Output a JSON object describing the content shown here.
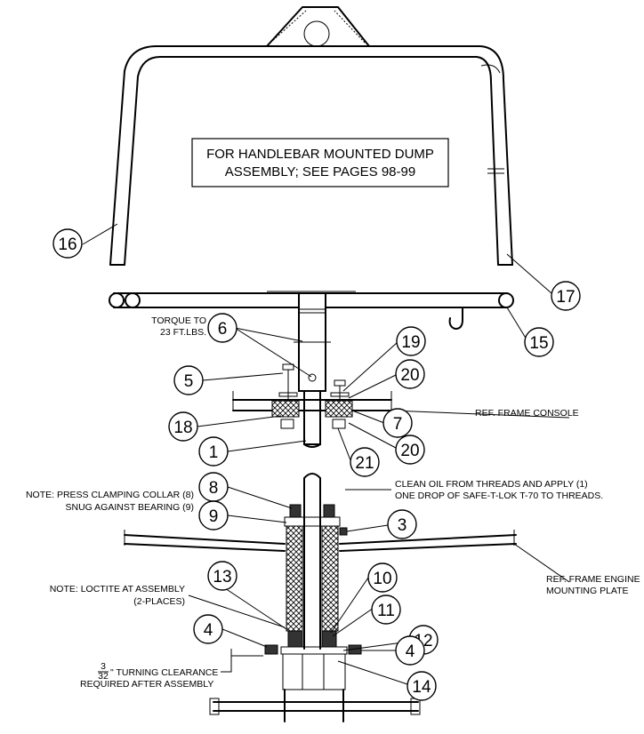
{
  "callout_box": {
    "line1": "FOR HANDLEBAR MOUNTED DUMP",
    "line2": "ASSEMBLY; SEE PAGES 98-99"
  },
  "balloons": [
    {
      "id": "16"
    },
    {
      "id": "17"
    },
    {
      "id": "15"
    },
    {
      "id": "6"
    },
    {
      "id": "19"
    },
    {
      "id": "5"
    },
    {
      "id": "20"
    },
    {
      "id": "18"
    },
    {
      "id": "7"
    },
    {
      "id": "1"
    },
    {
      "id": "20"
    },
    {
      "id": "21"
    },
    {
      "id": "8"
    },
    {
      "id": "9"
    },
    {
      "id": "3"
    },
    {
      "id": "13"
    },
    {
      "id": "10"
    },
    {
      "id": "11"
    },
    {
      "id": "12"
    },
    {
      "id": "4"
    },
    {
      "id": "4"
    },
    {
      "id": "14"
    }
  ],
  "notes": {
    "torque_l1": "TORQUE TO",
    "torque_l2": "23 FT.LBS.",
    "ref_console": "REF. FRAME CONSOLE",
    "press_l1": "NOTE: PRESS CLAMPING COLLAR (8)",
    "press_l2": "SNUG AGAINST BEARING (9)",
    "oil_l1": "CLEAN OIL FROM THREADS AND APPLY (1)",
    "oil_l2": "ONE DROP OF SAFE-T-LOK T-70 TO THREADS.",
    "loctite_l1": "NOTE: LOCTITE AT ASSEMBLY",
    "loctite_l2": "(2-PLACES)",
    "ref_engine_l1": "REF. FRAME ENGINE",
    "ref_engine_l2": "MOUNTING PLATE",
    "clear_num": "3",
    "clear_den": "32",
    "clear_l1": "\" TURNING CLEARANCE",
    "clear_l2": "REQUIRED AFTER ASSEMBLY"
  }
}
